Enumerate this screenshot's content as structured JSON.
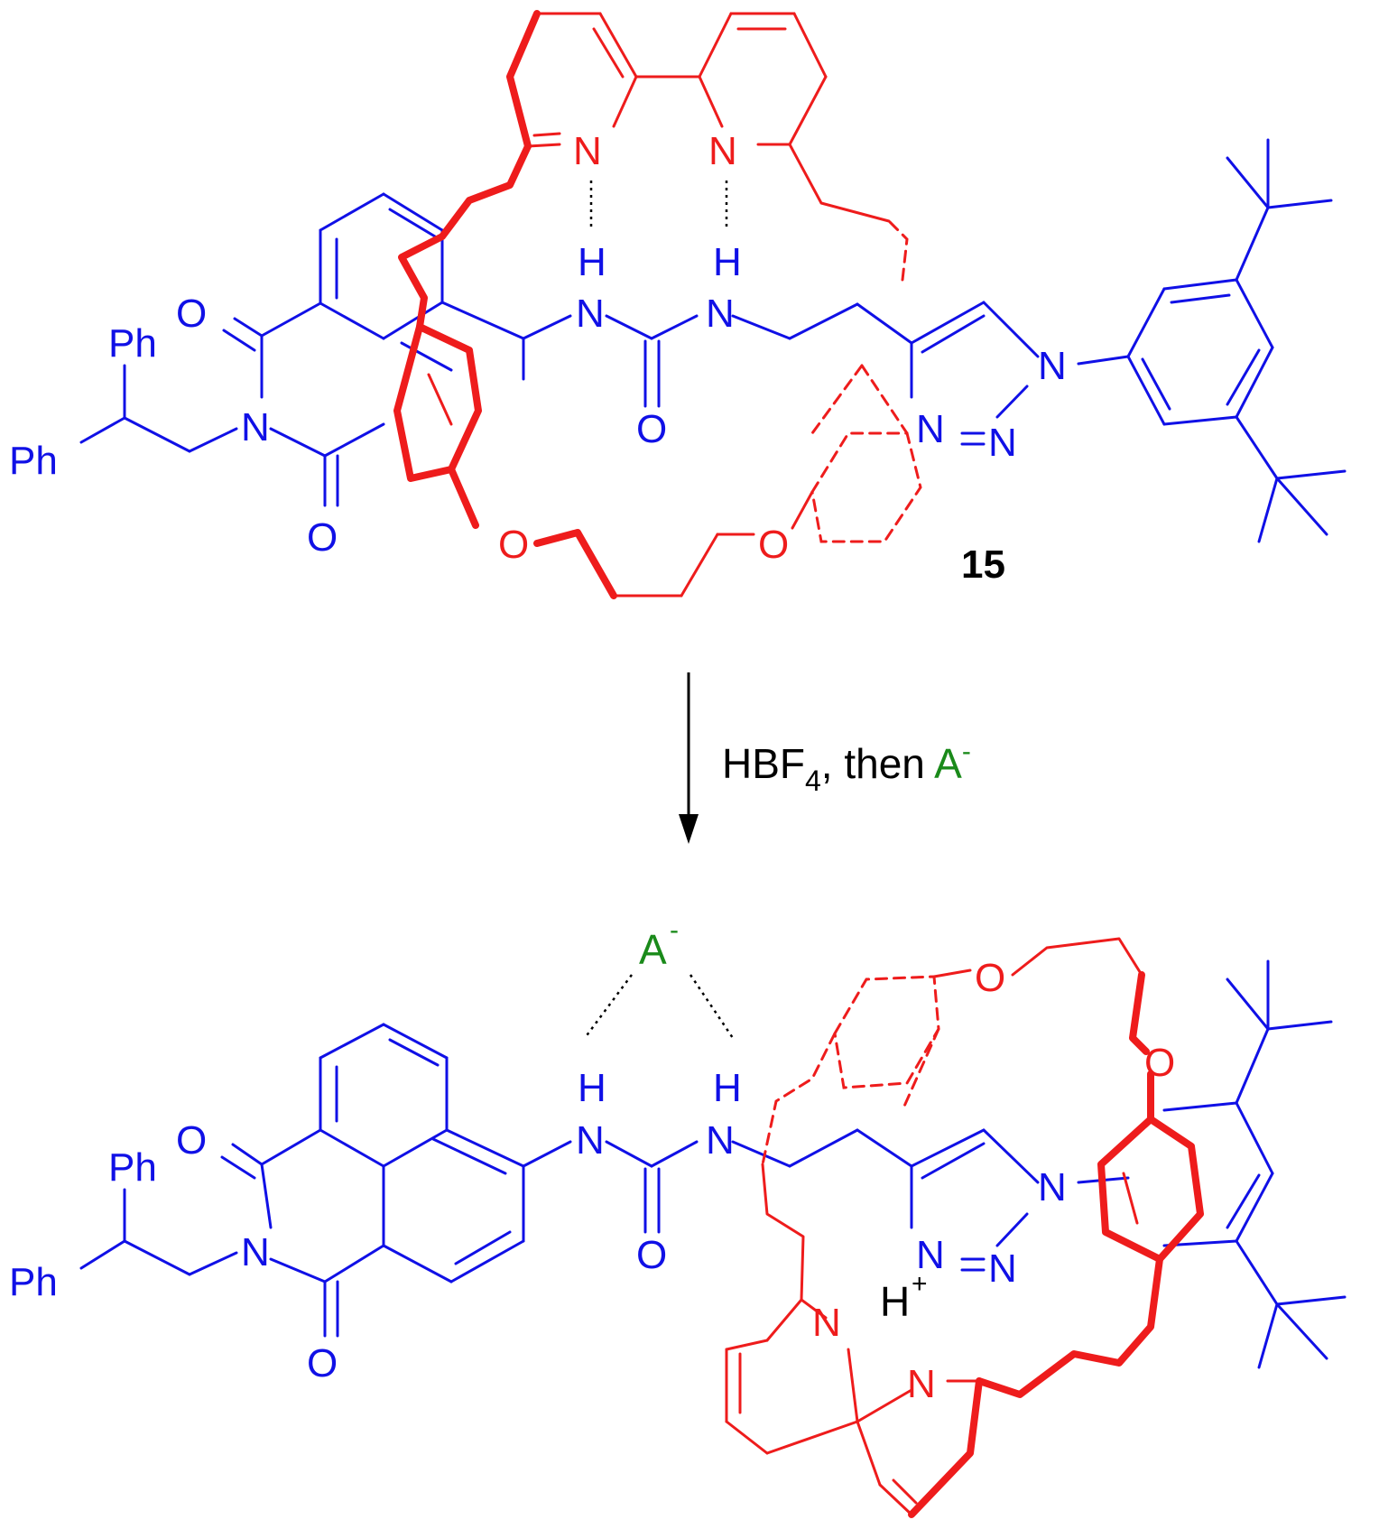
{
  "colors": {
    "axle": "#1010e6",
    "macrocycle": "#ee1c1c",
    "anion": "#1a8a1a",
    "text": "#000000"
  },
  "compound_label": "15",
  "reagent": {
    "prefix": "HBF",
    "subscript": "4",
    "middle": ", then ",
    "anion": "A",
    "anion_charge": "-"
  },
  "atoms": {
    "N": "N",
    "O": "O",
    "H": "H",
    "Ph": "Ph",
    "A": "A",
    "minus": "-",
    "plus": "+"
  }
}
